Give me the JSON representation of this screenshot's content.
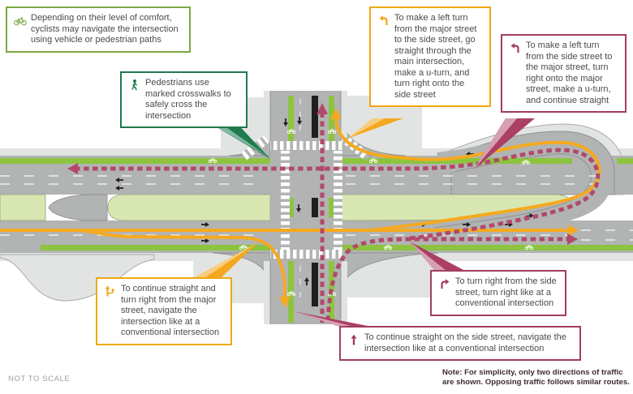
{
  "colors": {
    "route_major_street": "#F5A91F",
    "route_side_street": "#B2496A",
    "cyclist_box_border": "#7CA942",
    "pedestrian_box_border": "#1E7B4E",
    "yellow_box_border": "#EFA713",
    "maroon_box_border": "#A23D60",
    "median_grass": "#D8E7B2",
    "bike_lane_green": "#8CC43F",
    "roadway_gray": "#B1B4B3"
  },
  "callouts": {
    "cyclist": {
      "icon": "bicycle-icon",
      "text": "Depending on their level of comfort, cyclists may navigate the intersection using vehicle or pedestrian paths"
    },
    "pedestrian": {
      "icon": "pedestrian-icon",
      "text": "Pedestrians use marked crosswalks to safely cross the intersection"
    },
    "major_left_turn": {
      "icon": "left-turn-arrow-icon",
      "text": "To make a left turn from the major street to the side street, go straight through the main intersection, make a u-turn, and turn right onto the side street"
    },
    "side_left_turn": {
      "icon": "left-turn-arrow-icon",
      "text": "To make a left turn from the side street to the major street, turn right onto the major street, make a u-turn, and continue straight"
    },
    "major_straight_right": {
      "icon": "straight-right-arrow-icon",
      "text": "To continue straight and turn right from the major street, navigate the intersection like at a conventional intersection"
    },
    "side_right_turn": {
      "icon": "right-turn-arrow-icon",
      "text": "To turn right from the side street, turn right like at a conventional intersection"
    },
    "side_straight": {
      "icon": "up-arrow-icon",
      "text": "To continue straight on the side street, navigate the intersection like at a conventional intersection"
    }
  },
  "footer": {
    "scale_note": "NOT TO SCALE",
    "traffic_note": "Note: For simplicity, only two directions of traffic are shown. Opposing traffic follows similar routes."
  }
}
